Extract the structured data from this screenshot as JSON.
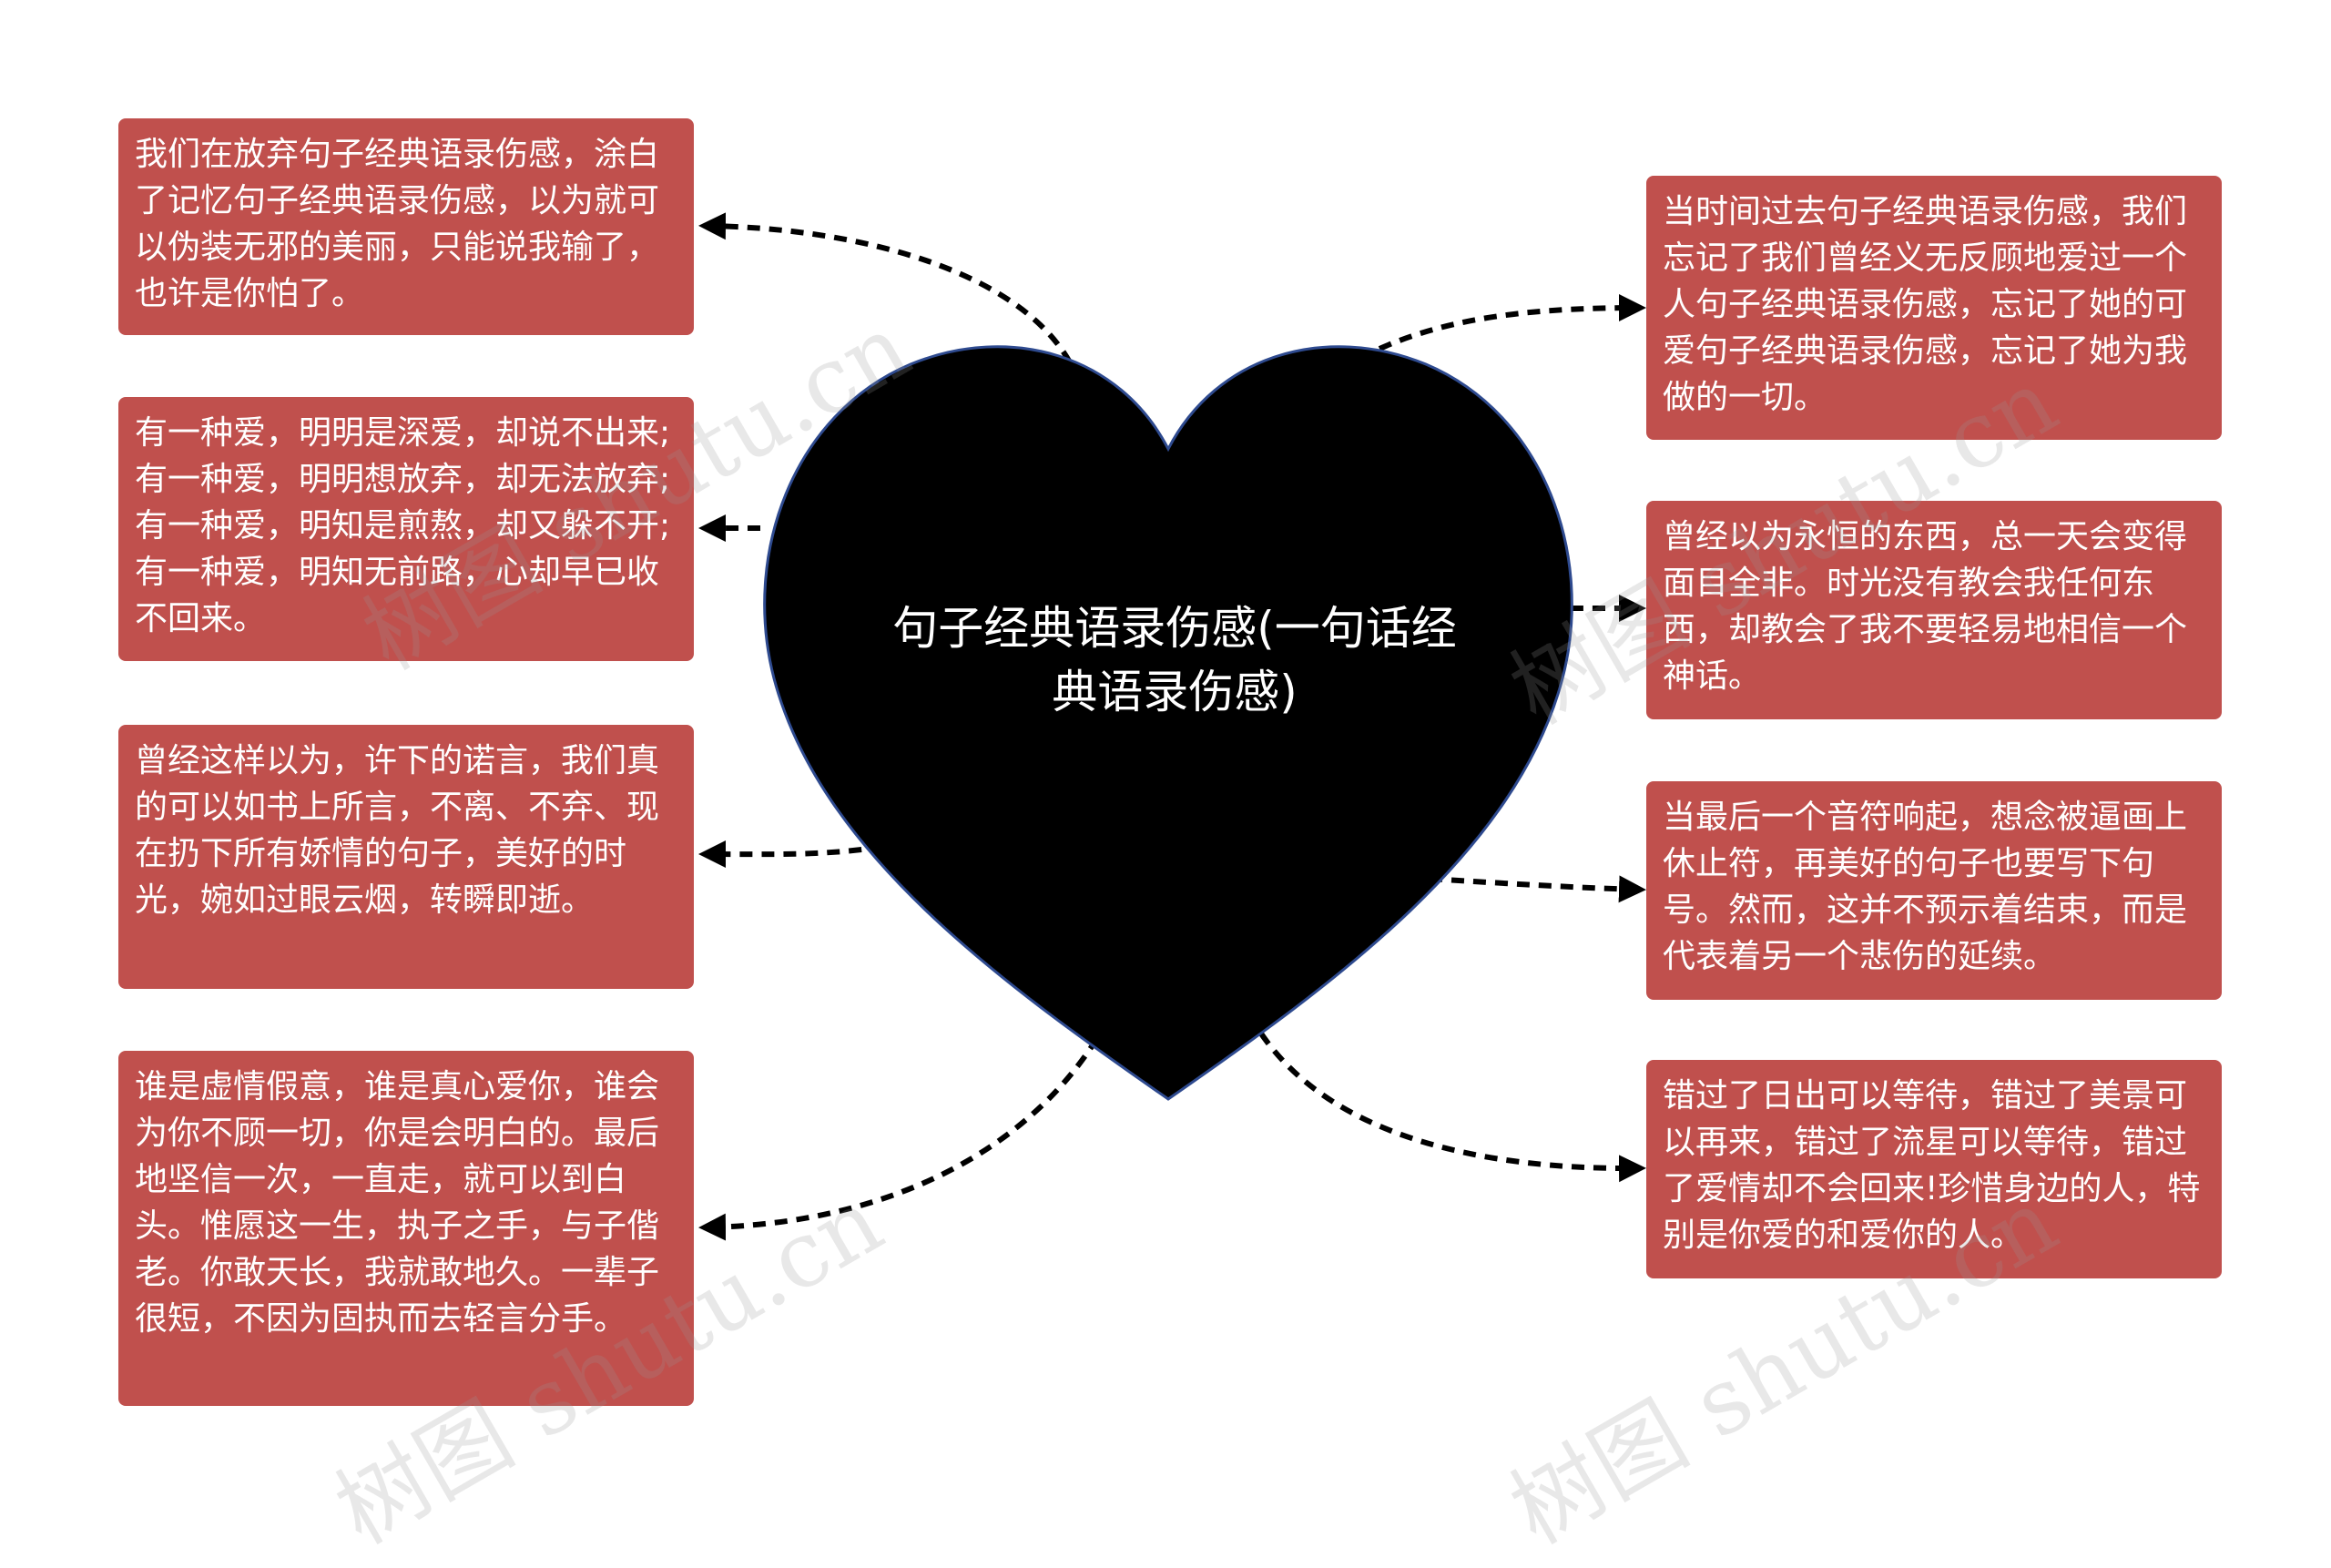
{
  "center": {
    "title": "句子经典语录伤感(一句话经典语录伤感)"
  },
  "left_nodes": [
    {
      "text": "我们在放弃句子经典语录伤感，涂白了记忆句子经典语录伤感，以为就可以伪装无邪的美丽，只能说我输了，也许是你怕了。"
    },
    {
      "text": "有一种爱，明明是深爱，却说不出来;有一种爱，明明想放弃，却无法放弃;有一种爱，明知是煎熬，却又躲不开;有一种爱，明知无前路，心却早已收不回来。"
    },
    {
      "text": "曾经这样以为，许下的诺言，我们真的可以如书上所言，不离、不弃、现在扔下所有娇情的句子，美好的时光，婉如过眼云烟，转瞬即逝。"
    },
    {
      "text": "谁是虚情假意，谁是真心爱你，谁会为你不顾一切，你是会明白的。最后地坚信一次，一直走，就可以到白头。惟愿这一生，执子之手，与子偕老。你敢天长，我就敢地久。一辈子很短，不因为固执而去轻言分手。"
    }
  ],
  "right_nodes": [
    {
      "text": "当时间过去句子经典语录伤感，我们忘记了我们曾经义无反顾地爱过一个人句子经典语录伤感，忘记了她的可爱句子经典语录伤感，忘记了她为我做的一切。"
    },
    {
      "text": "曾经以为永恒的东西，总一天会变得面目全非。时光没有教会我任何东西，却教会了我不要轻易地相信一个神话。"
    },
    {
      "text": "当最后一个音符响起，想念被逼画上休止符，再美好的句子也要写下句号。然而，这并不预示着结束，而是代表着另一个悲伤的延续。"
    },
    {
      "text": "错过了日出可以等待，错过了美景可以再来，错过了流星可以等待，错过了爱情却不会回来!珍惜身边的人，特别是你爱的和爱你的人。"
    }
  ],
  "watermark": {
    "text": "树图 shutu.cn"
  },
  "colors": {
    "node_fill": "#c0504d",
    "heart_fill": "#000000",
    "heart_stroke": "#2e4a8f",
    "connector": "#000000"
  }
}
